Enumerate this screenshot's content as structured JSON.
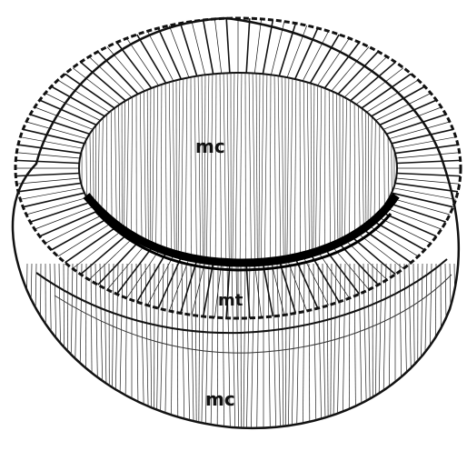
{
  "labels": {
    "inner_top": "mc",
    "middle": "mt",
    "outer_bottom": "mc"
  },
  "colors": {
    "ink": "#111111",
    "paper": "#ffffff"
  }
}
